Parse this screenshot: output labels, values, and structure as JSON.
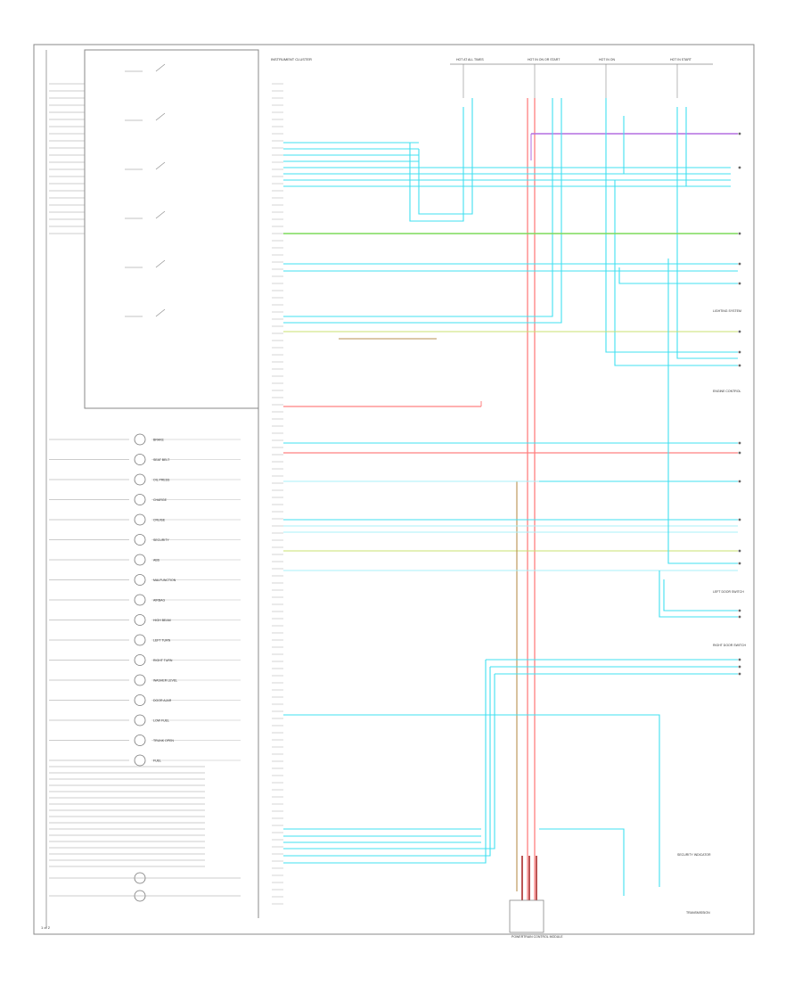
{
  "diagram": {
    "header_label": "INSTRUMENT CLUSTER",
    "footer_label": "1 of 2",
    "colors": {
      "frame": "#7a7a7a",
      "cyan": "#40e0f0",
      "cyan_light": "#a8f0f8",
      "red": "#ff8080",
      "purple": "#b36ee0",
      "green": "#7ddc5a",
      "yellow_green": "#c8e070",
      "brown": "#b89050",
      "gray": "#999999"
    },
    "top_fuses": [
      "HOT AT ALL TIMES",
      "HOT IN ON OR START",
      "HOT IN ON",
      "HOT IN START"
    ],
    "left_indicators": [
      "BRAKE",
      "SEAT BELT",
      "OIL PRESS",
      "CHARGE",
      "CRUISE",
      "SECURITY",
      "ABS",
      "MALFUNCTION",
      "AIRBAG",
      "HIGH BEAM",
      "LEFT TURN",
      "RIGHT TURN",
      "WASHER LEVEL",
      "DOOR AJAR",
      "LOW FUEL",
      "TRUNK OPEN",
      "FUEL"
    ],
    "right_connectors": [
      "LIGHTING SYSTEM",
      "ENGINE CONTROL",
      "LEFT DOOR SWITCH",
      "RIGHT DOOR SWITCH",
      "SECURITY INDICATOR",
      "TRANSMISSION"
    ],
    "bottom_module": "POWERTRAIN CONTROL MODULE"
  }
}
